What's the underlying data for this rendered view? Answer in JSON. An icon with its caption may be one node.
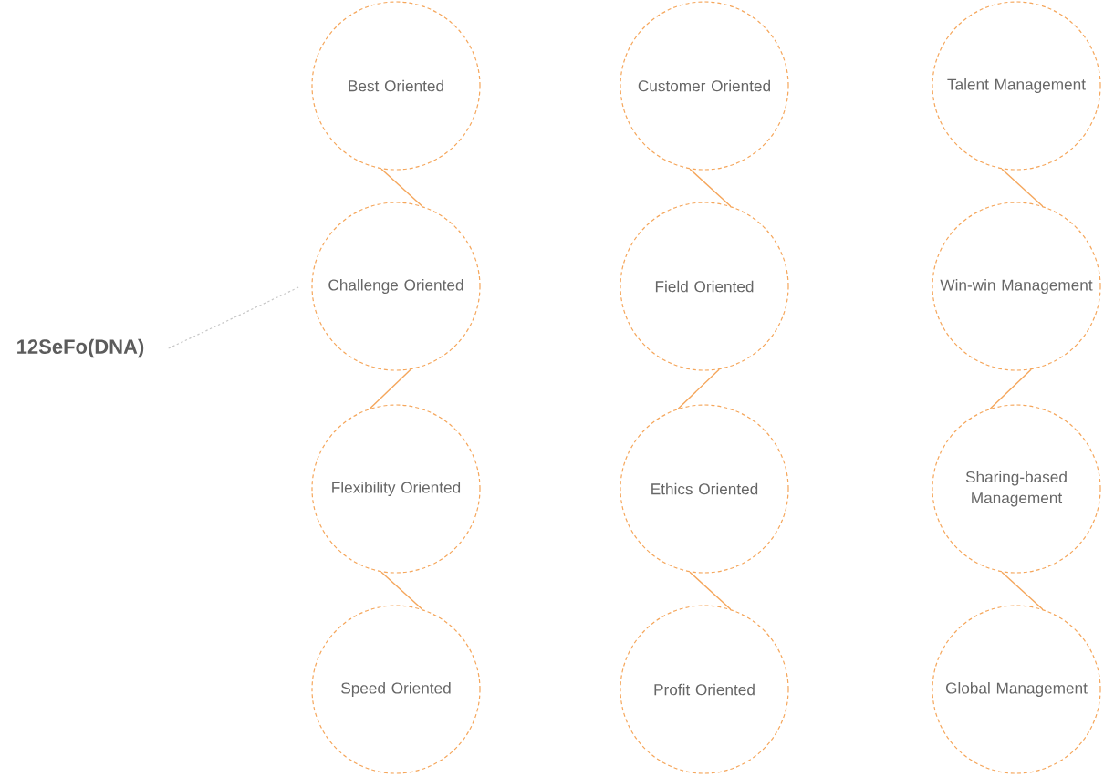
{
  "diagram": {
    "nodes": [
      {
        "text": [
          "12SeFo(DNA)"
        ]
      },
      {
        "text": [
          "Best Oriented"
        ]
      },
      {
        "text": [
          "Challenge Oriented"
        ]
      },
      {
        "text": [
          "Flexibility Oriented"
        ]
      },
      {
        "text": [
          "Speed Oriented"
        ]
      },
      {
        "text": [
          "Customer Oriented"
        ]
      },
      {
        "text": [
          "Field Oriented"
        ]
      },
      {
        "text": [
          "Ethics Oriented"
        ]
      },
      {
        "text": [
          "Profit Oriented"
        ]
      },
      {
        "text": [
          "Talent Management"
        ]
      },
      {
        "text": [
          "Win-win Management"
        ]
      },
      {
        "text": [
          "Sharing-based Management"
        ]
      },
      {
        "text": [
          "Global Management"
        ]
      }
    ],
    "edges": [
      {
        "from": 0,
        "to": 2,
        "arrow": "none",
        "style": "dashed",
        "color": "#c8c8c8"
      },
      {
        "from": 1,
        "to": 2,
        "arrow": "none"
      },
      {
        "from": 2,
        "to": 3,
        "arrow": "none"
      },
      {
        "from": 3,
        "to": 4,
        "arrow": "none"
      },
      {
        "from": 5,
        "to": 6,
        "arrow": "none"
      },
      {
        "from": 6,
        "to": 7,
        "arrow": "none"
      },
      {
        "from": 7,
        "to": 8,
        "arrow": "none"
      },
      {
        "from": 9,
        "to": 10,
        "arrow": "none"
      },
      {
        "from": 10,
        "to": 11,
        "arrow": "none"
      },
      {
        "from": 11,
        "to": 12,
        "arrow": "none"
      }
    ]
  }
}
